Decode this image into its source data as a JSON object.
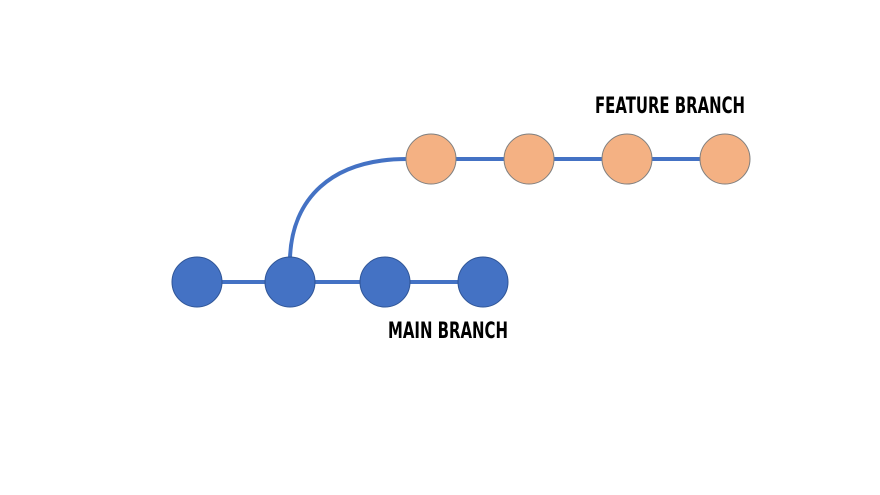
{
  "diagram": {
    "labels": {
      "feature_branch": "FEATURE BRANCH",
      "main_branch": "MAIN BRANCH"
    },
    "branches": [
      {
        "id": "main",
        "commit_count": 4,
        "color": "#4472C4",
        "stroke": "#2F5597"
      },
      {
        "id": "feature",
        "commit_count": 4,
        "color": "#F4B183",
        "stroke": "#7F7F7F",
        "branches_from_main_commit": 2
      }
    ],
    "connector_color": "#4472C4"
  }
}
